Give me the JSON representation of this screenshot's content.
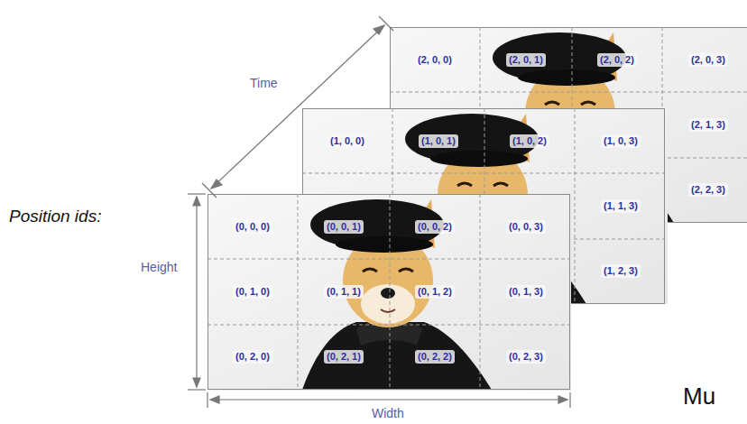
{
  "diagram": {
    "labels": [
      "Position ids:",
      "Time",
      "Height",
      "Width",
      "(2, 0, 0)",
      "(2, 0, 1)",
      "(2, 0, 2)",
      "(2, 0, 3)",
      "(2, 1, 3)",
      "(2, 2, 3)",
      "(1, 0, 0)",
      "(1, 0, 1)",
      "(1, 0, 2)",
      "(1, 0, 3)",
      "(1, 1, 3)",
      "(1, 2, 3)",
      "(0, 0, 0)",
      "(0, 0, 1)",
      "(0, 0, 2)",
      "(0, 0, 3)",
      "(0, 1, 0)",
      "(0, 1, 1)",
      "(0, 1, 2)",
      "(0, 1, 3)",
      "(0, 2, 0)",
      "(0, 2, 1)",
      "(0, 2, 2)",
      "(0, 2, 3)",
      "Mu"
    ]
  }
}
